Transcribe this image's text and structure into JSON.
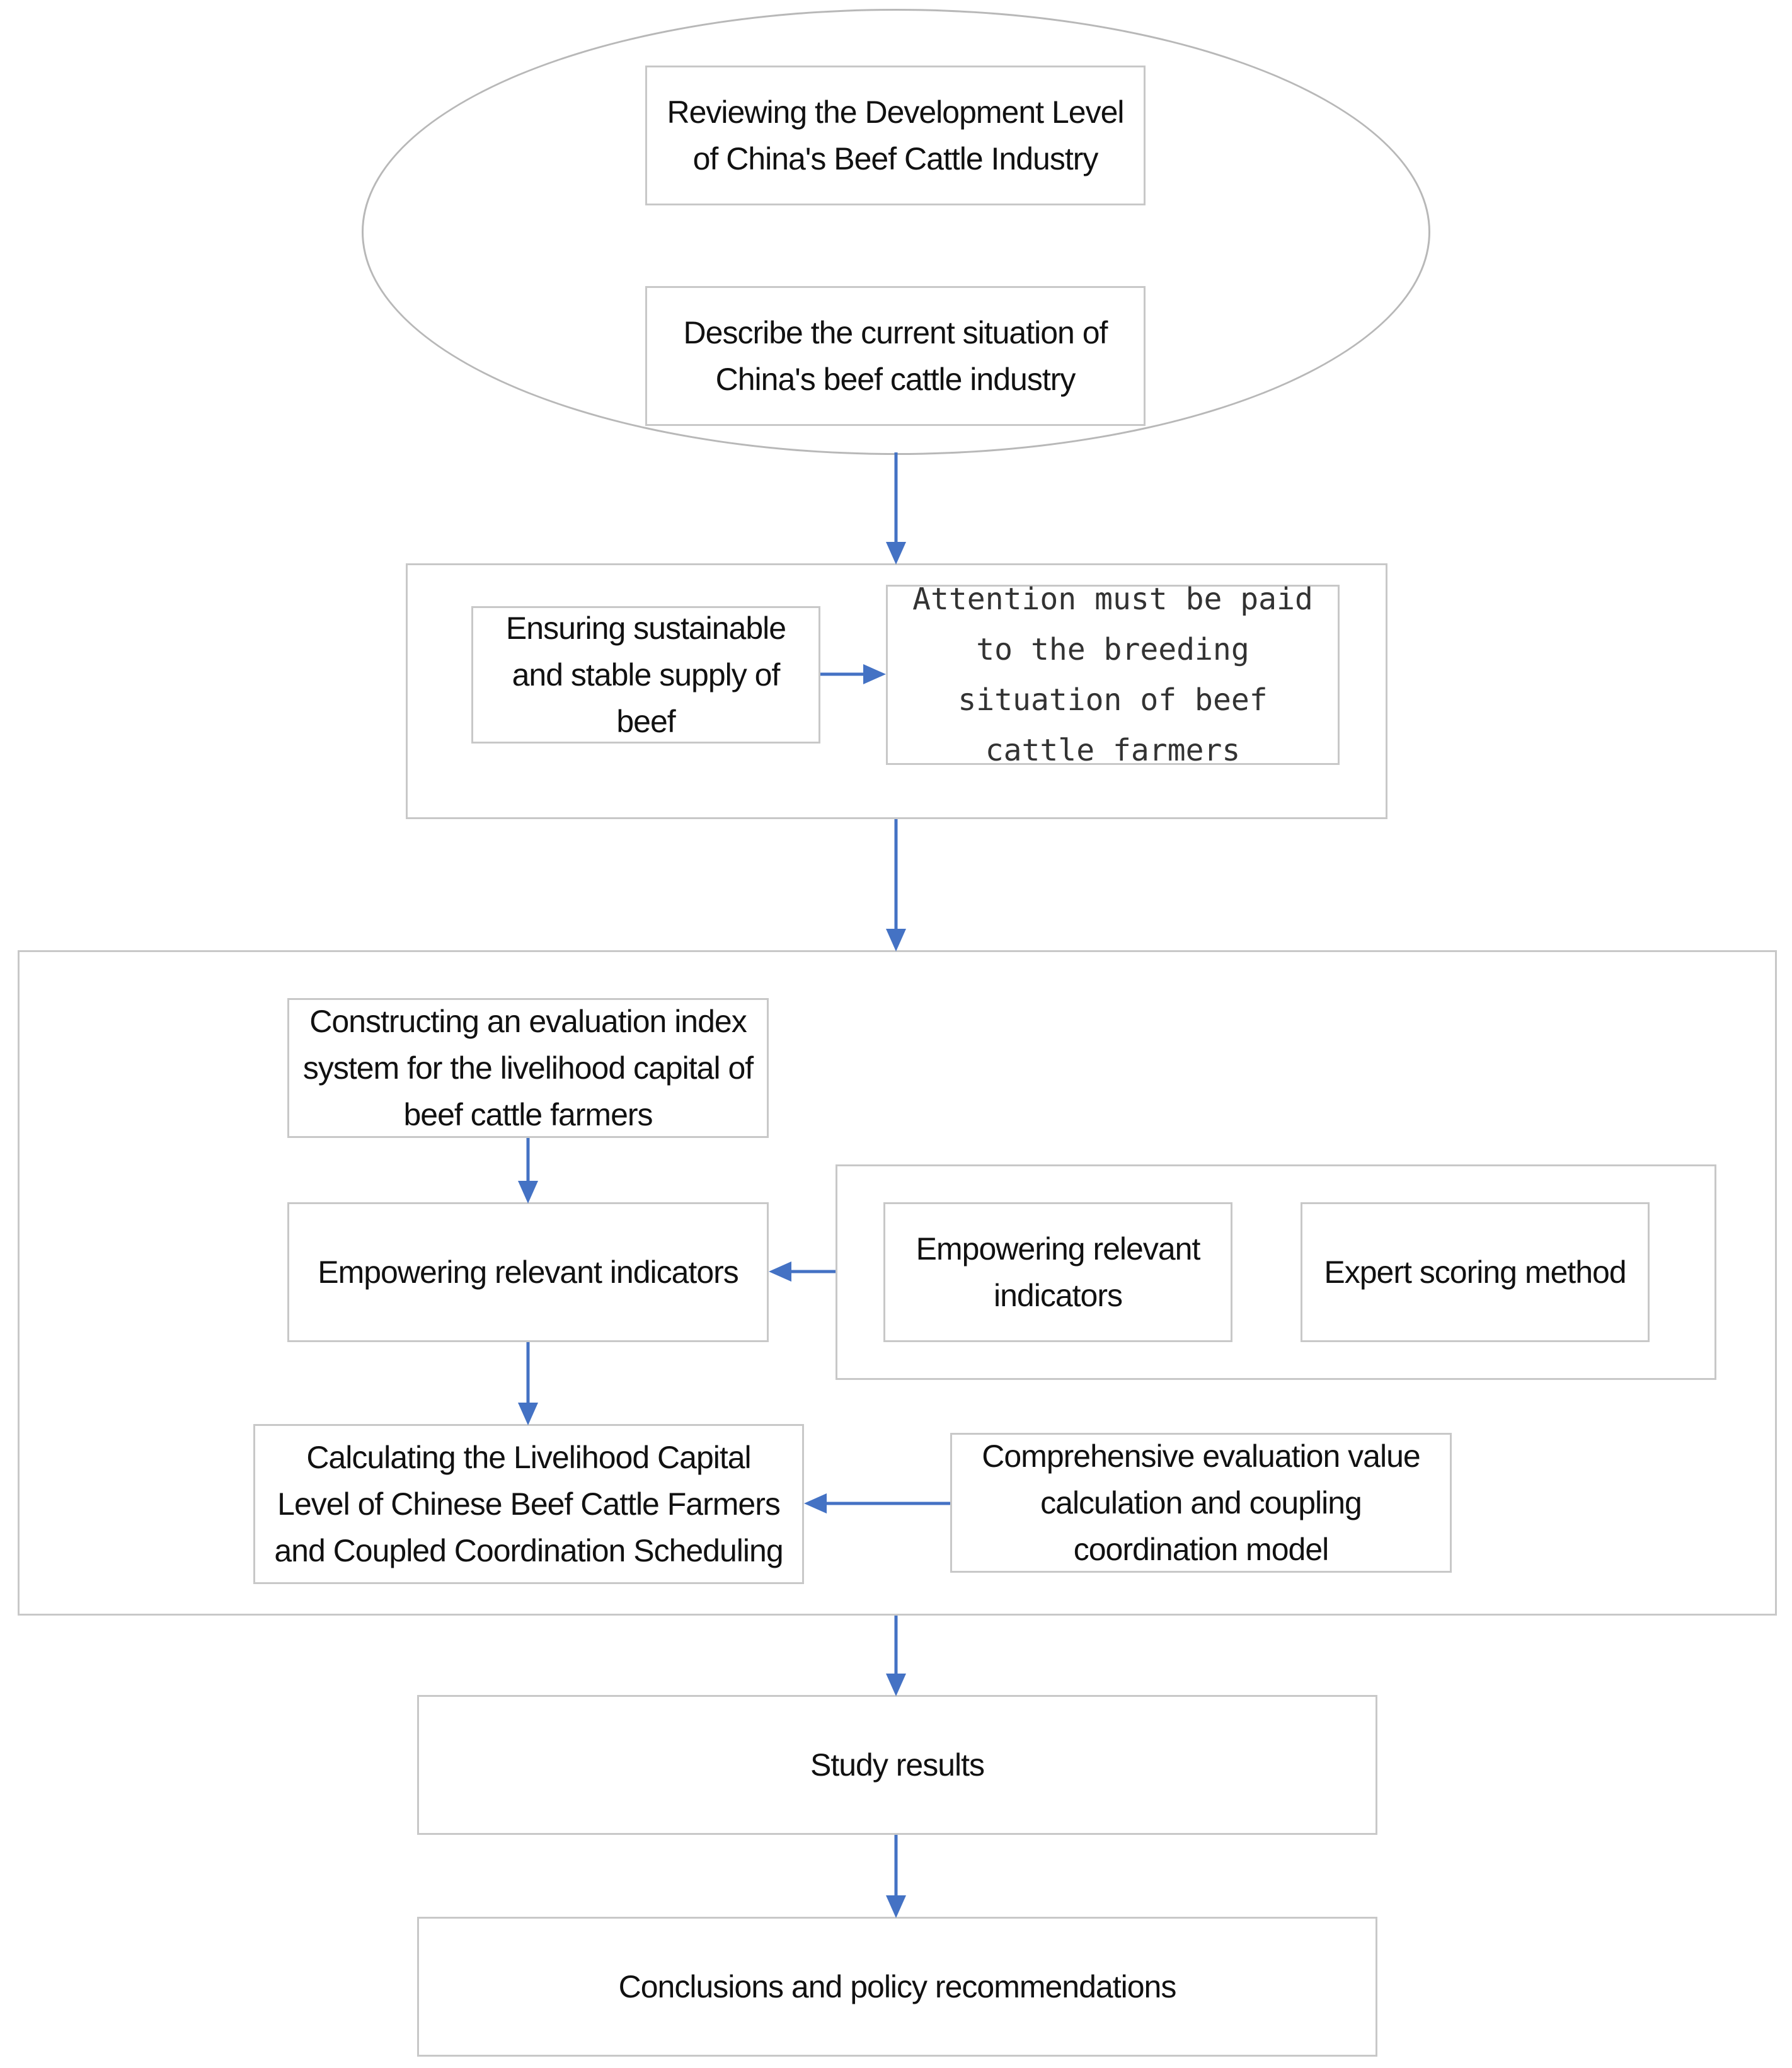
{
  "diagram": {
    "box_review": "Reviewing the Development Level of China's Beef Cattle Industry",
    "box_describe": "Describe the current situation of China's beef cattle industry",
    "box_ensure": "Ensuring sustainable and stable supply of beef",
    "box_attention": "Attention must be paid to the breeding situation of beef cattle farmers",
    "box_construct": "Constructing an evaluation index system for the livelihood capital of beef cattle farmers",
    "box_empower_main": "Empowering relevant indicators",
    "box_empower_side": "Empowering relevant indicators",
    "box_expert": "Expert scoring method",
    "box_calculate": "Calculating the Livelihood Capital Level of Chinese Beef Cattle Farmers and Coupled Coordination Scheduling",
    "box_comprehensive": "Comprehensive evaluation value calculation and coupling coordination model",
    "box_results": "Study results",
    "box_conclusions": "Conclusions and policy recommendations"
  },
  "colors": {
    "arrow": "#4472C4",
    "border": "#c8c8c8",
    "text": "#111111"
  }
}
